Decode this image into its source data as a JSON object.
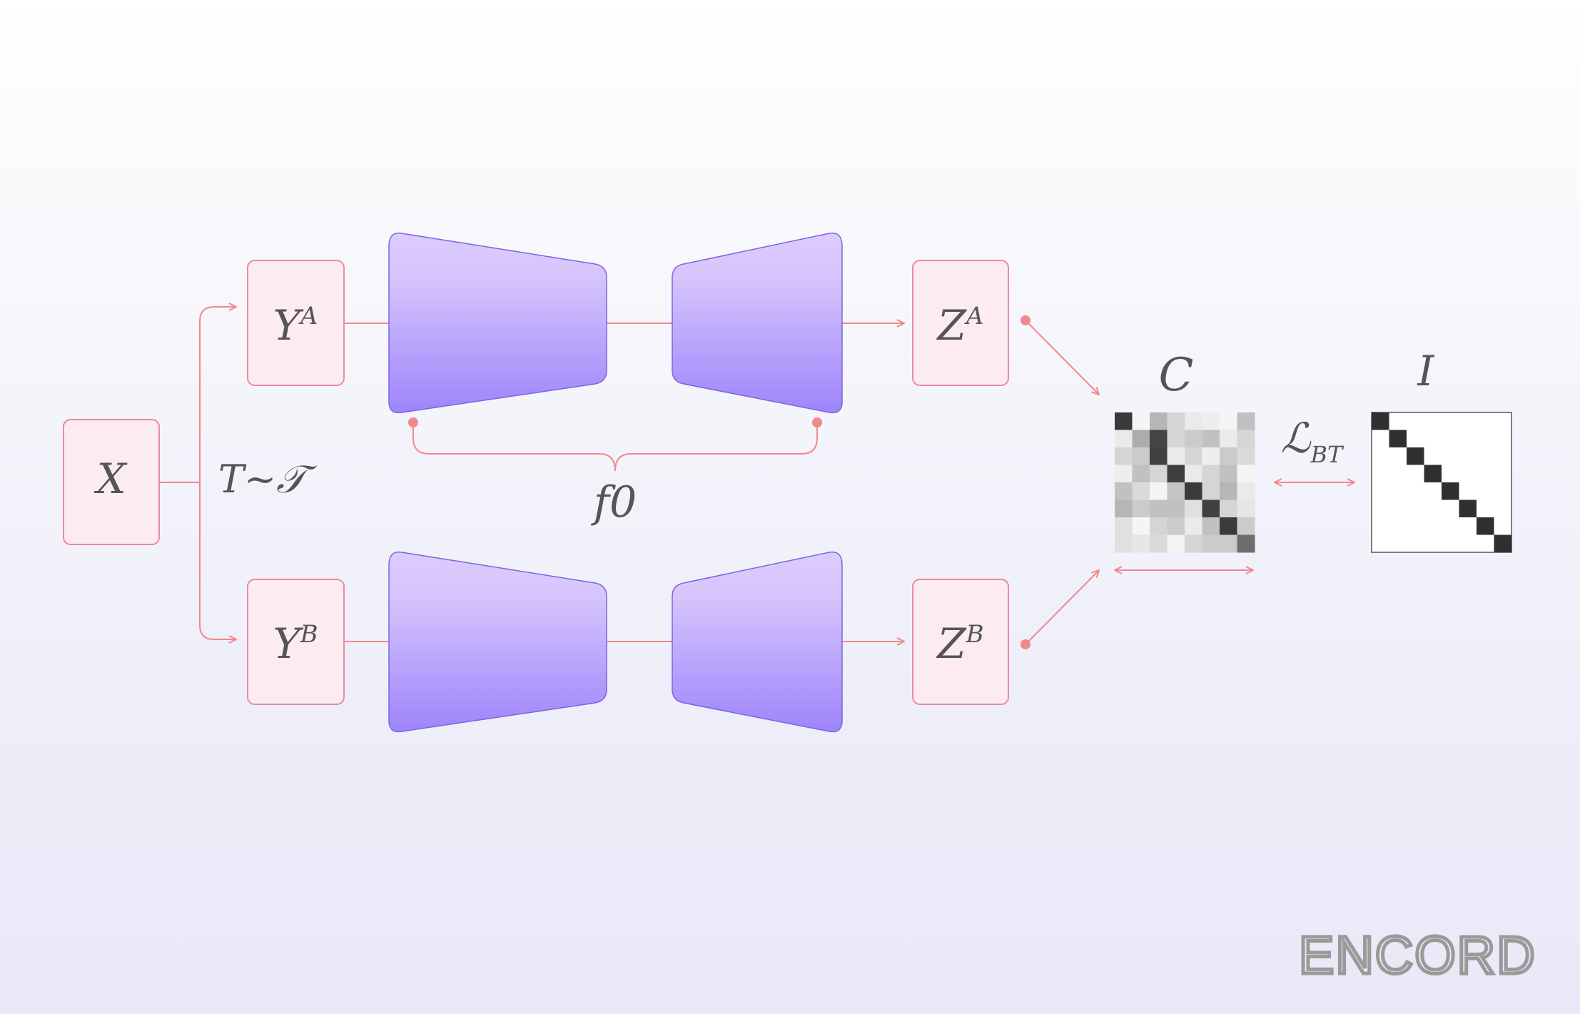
{
  "labels": {
    "x": "X",
    "transform": "T~𝒯",
    "ya_base": "Y",
    "ya_sup": "A",
    "yb_base": "Y",
    "yb_sup": "B",
    "za_base": "Z",
    "za_sup": "A",
    "zb_base": "Z",
    "zb_sup": "B",
    "f": "f0",
    "c": "C",
    "i": "I",
    "loss_base": "ℒ",
    "loss_sub": "BT"
  },
  "logo": "ENCORD",
  "colors": {
    "box_fill": "#fcebf1",
    "box_stroke": "#e88aa3",
    "arrow": "#f0898c",
    "trap_top": "#dccbfd",
    "trap_bottom": "#9d85fb",
    "trap_stroke": "#7a64e0",
    "matrix_dark": "#2f2f2f"
  },
  "correlation_matrix": [
    [
      0.95,
      0.05,
      0.35,
      0.2,
      0.1,
      0.08,
      0.05,
      0.3
    ],
    [
      0.1,
      0.4,
      0.9,
      0.2,
      0.25,
      0.3,
      0.1,
      0.2
    ],
    [
      0.2,
      0.25,
      0.92,
      0.1,
      0.2,
      0.08,
      0.25,
      0.18
    ],
    [
      0.08,
      0.3,
      0.2,
      0.93,
      0.1,
      0.2,
      0.3,
      0.05
    ],
    [
      0.3,
      0.18,
      0.05,
      0.28,
      0.94,
      0.2,
      0.35,
      0.1
    ],
    [
      0.35,
      0.25,
      0.3,
      0.3,
      0.15,
      0.92,
      0.2,
      0.12
    ],
    [
      0.15,
      0.05,
      0.2,
      0.25,
      0.1,
      0.3,
      0.94,
      0.25
    ],
    [
      0.15,
      0.12,
      0.18,
      0.06,
      0.2,
      0.25,
      0.25,
      0.7
    ]
  ],
  "identity_size": 8
}
